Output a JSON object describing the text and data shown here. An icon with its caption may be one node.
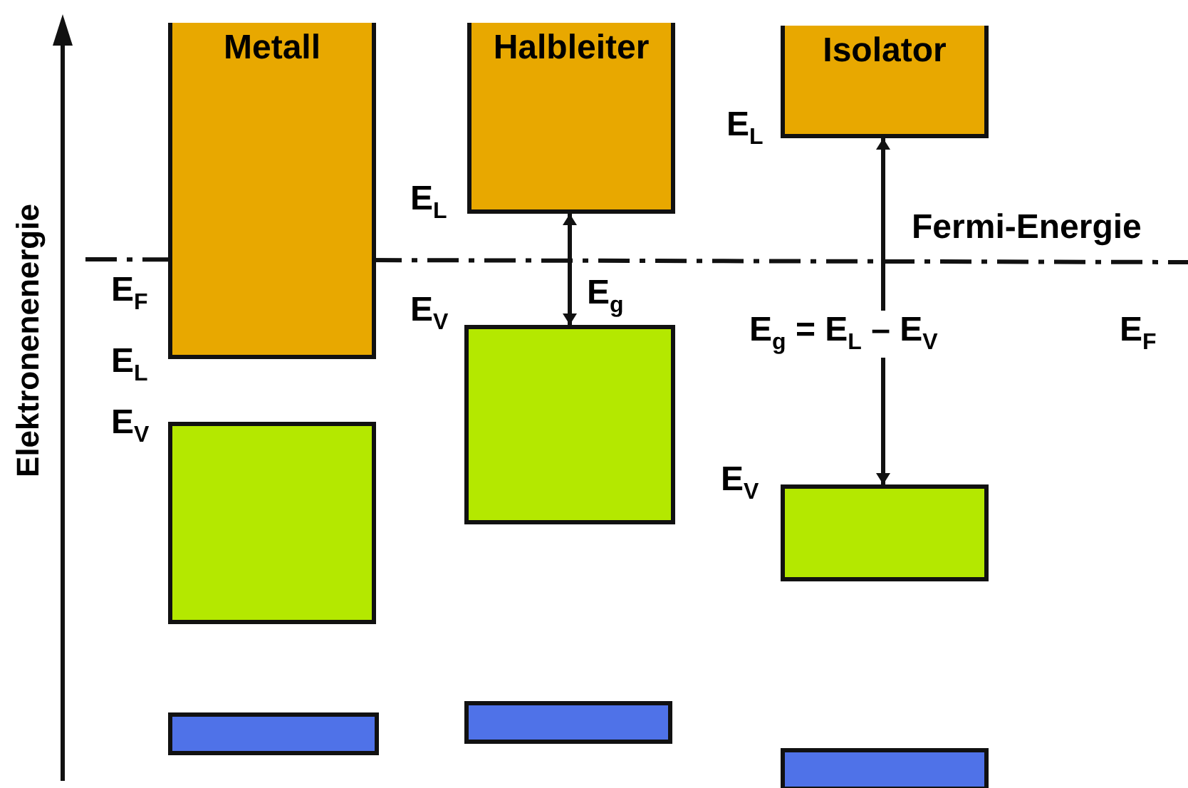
{
  "diagram": {
    "nodes": [
      {
        "text": [
          "Metall"
        ]
      },
      {
        "text": [
          "Halbleiter"
        ]
      },
      {
        "text": [
          "Isolator"
        ]
      },
      {
        "text": [],
        "shape": "box"
      },
      {
        "text": [],
        "shape": "box"
      },
      {
        "text": [],
        "shape": "box"
      },
      {
        "text": [],
        "shape": "box"
      },
      {
        "text": [],
        "shape": "box"
      },
      {
        "text": [],
        "shape": "box"
      }
    ],
    "edges": [
      {
        "from": 1,
        "to": 4,
        "arrow": "both",
        "label": "E$_{g}$"
      },
      {
        "from": 2,
        "to": 5,
        "arrow": "both",
        "label": "E$_{g}$ = E$_{L}$ – E$_{V}$"
      }
    ],
    "labels": [
      "Elektronenenergie",
      "E$_{L}$",
      "E$_{L}$",
      "Fermi-Energie",
      "E$_{F}$",
      "E$_{L}$",
      "E$_{V}$",
      "E$_{V}$",
      "E$_{F}$",
      "E$_{V}$"
    ]
  }
}
